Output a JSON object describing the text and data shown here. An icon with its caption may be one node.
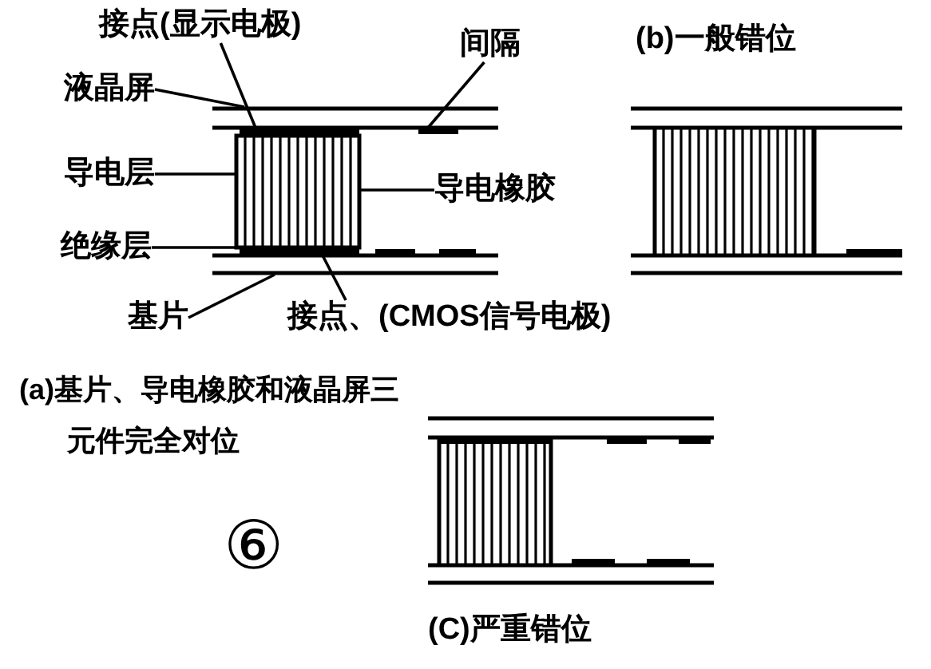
{
  "diagram": {
    "nodes": [
      {
        "text": [
          "接点(显示电极)"
        ]
      },
      {
        "text": [
          "间隔"
        ]
      },
      {
        "text": [
          "液晶屏"
        ]
      },
      {
        "text": [
          "导电层"
        ]
      },
      {
        "text": [
          "导电橡胶"
        ]
      },
      {
        "text": [
          "绝缘层"
        ]
      },
      {
        "text": [
          "基片"
        ]
      },
      {
        "text": [
          "接点、(CMOS信号电极)"
        ]
      },
      {
        "text": [],
        "shape": "bar"
      },
      {
        "text": [],
        "shape": "bar"
      },
      {
        "text": [],
        "shape": "bar"
      },
      {
        "text": [],
        "shape": "box"
      },
      {
        "text": [],
        "shape": "bar"
      },
      {
        "text": [],
        "shape": "bar"
      }
    ],
    "edges": [
      {
        "from": 0,
        "to": 9,
        "arrow": "none"
      },
      {
        "from": 1,
        "to": 10,
        "arrow": "none"
      },
      {
        "from": 2,
        "to": 8,
        "arrow": "none"
      },
      {
        "from": 3,
        "to": 11,
        "arrow": "none"
      },
      {
        "from": 4,
        "to": 11,
        "arrow": "none"
      },
      {
        "from": 5,
        "to": 11,
        "arrow": "none"
      },
      {
        "from": 6,
        "to": 12,
        "arrow": "none"
      },
      {
        "from": 7,
        "to": 13,
        "arrow": "none"
      }
    ],
    "labels": [
      "(b)一般错位",
      "(a)基片、导电橡胶和液晶屏三元件完全对位",
      "⑥",
      "(C)严重错位"
    ]
  }
}
